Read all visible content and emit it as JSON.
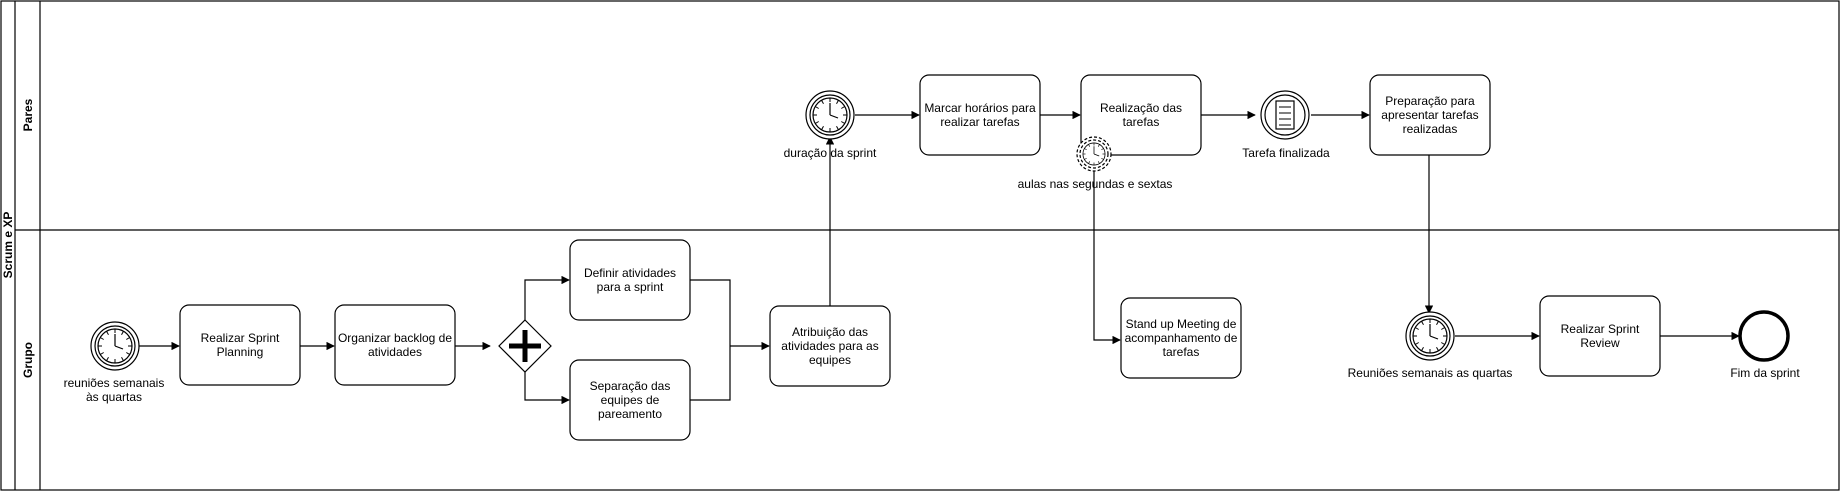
{
  "pool": {
    "label": "Scrum e XP"
  },
  "lanes": {
    "pares": "Pares",
    "grupo": "Grupo"
  },
  "tasks": {
    "sprint_planning": [
      "Realizar Sprint",
      "Planning"
    ],
    "organizar_backlog": [
      "Organizar backlog de",
      "atividades"
    ],
    "definir_atividades": [
      "Definir atividades",
      "para a sprint"
    ],
    "separacao_equipes": [
      "Separação das",
      "equipes de",
      "pareamento"
    ],
    "atribuicao": [
      "Atribuição das",
      "atividades para as",
      "equipes"
    ],
    "marcar_horarios": [
      "Marcar horários para",
      "realizar tarefas"
    ],
    "realizacao_tarefas": [
      "Realização das",
      "tarefas"
    ],
    "preparacao": [
      "Preparação para",
      "apresentar tarefas",
      "realizadas"
    ],
    "stand_up": [
      "Stand up Meeting de",
      "acompanhamento de",
      "tarefas"
    ],
    "sprint_review": [
      "Realizar Sprint",
      "Review"
    ]
  },
  "events": {
    "start_timer": [
      "reuniões semanais",
      "às quartas"
    ],
    "duracao_sprint": [
      "duração da sprint"
    ],
    "aulas_boundary": [
      "aulas nas segundas e sextas"
    ],
    "tarefa_finalizada": [
      "Tarefa finalizada"
    ],
    "reunioes_quartas": [
      "Reuniões semanais as quartas"
    ],
    "fim_sprint": [
      "Fim da sprint"
    ]
  },
  "icons": {
    "timer": "timer-icon",
    "conditional": "conditional-icon",
    "parallel_gateway": "parallel-gateway-icon",
    "end_event": "end-event-icon"
  },
  "colors": {
    "stroke": "#000000",
    "fill": "#ffffff"
  }
}
